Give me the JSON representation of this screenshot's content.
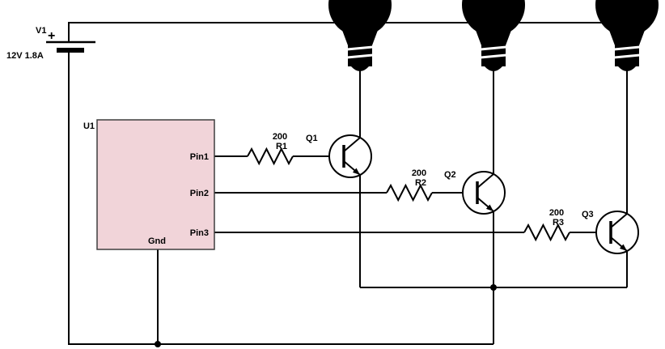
{
  "battery": {
    "ref": "V1",
    "polarity": "+",
    "rating": "12V 1.8A"
  },
  "ic": {
    "ref": "U1",
    "pin1": "Pin1",
    "pin2": "Pin2",
    "pin3": "Pin3",
    "gnd": "Gnd",
    "fill": "#f1d4d9",
    "stroke": "#3f3f3f"
  },
  "stages": [
    {
      "r_value": "200",
      "r_ref": "R1",
      "q_ref": "Q1"
    },
    {
      "r_value": "200",
      "r_ref": "R2",
      "q_ref": "Q2"
    },
    {
      "r_value": "200",
      "r_ref": "R3",
      "q_ref": "Q3"
    }
  ],
  "colors": {
    "wire": "#000000",
    "bulb": "#000000",
    "background": "#ffffff"
  }
}
